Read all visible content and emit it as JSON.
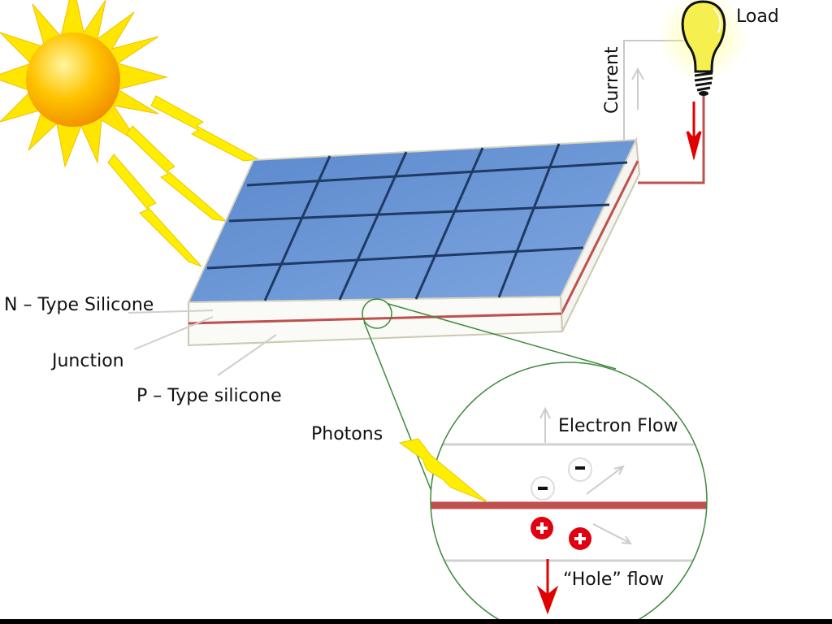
{
  "labels": {
    "load": "Load",
    "current": "Current",
    "n_type": "N – Type Silicone",
    "junction": "Junction",
    "p_type": "P – Type silicone",
    "photons": "Photons",
    "electron_flow": "Electron Flow",
    "hole_flow": "“Hole” flow"
  },
  "colors": {
    "panel": "#6f9ad6",
    "grid": "#1f3a64",
    "junction": "#c0504d",
    "sun": "#ffd700",
    "bolt": "#ffee00",
    "magnifier": "#3c8a3c",
    "arrow_red": "#e00000"
  }
}
